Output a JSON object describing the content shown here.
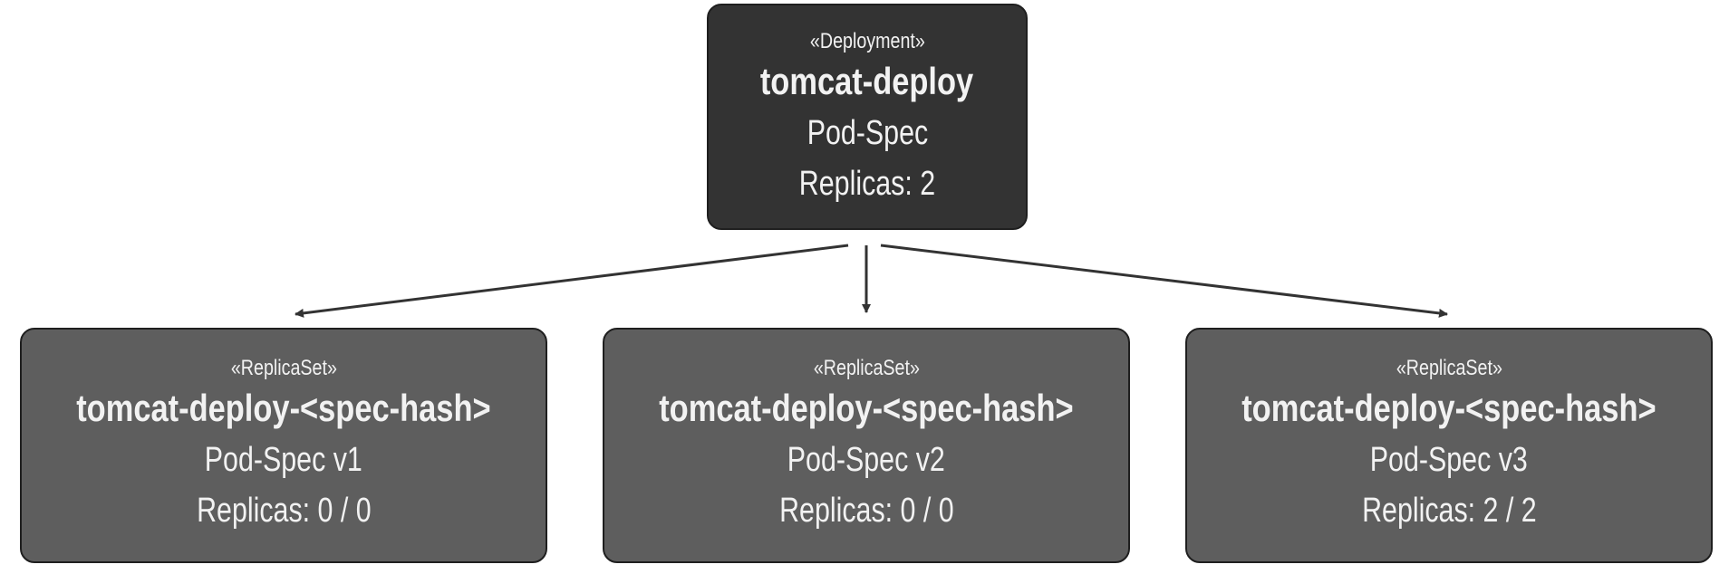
{
  "deployment": {
    "stereotype": "«Deployment»",
    "name": "tomcat-deploy",
    "spec": "Pod-Spec",
    "replicas": "Replicas: 2"
  },
  "replicasets": [
    {
      "stereotype": "«ReplicaSet»",
      "name": "tomcat-deploy-<spec-hash>",
      "spec": "Pod-Spec v1",
      "replicas": "Replicas: 0 / 0"
    },
    {
      "stereotype": "«ReplicaSet»",
      "name": "tomcat-deploy-<spec-hash>",
      "spec": "Pod-Spec v2",
      "replicas": "Replicas: 0 / 0"
    },
    {
      "stereotype": "«ReplicaSet»",
      "name": "tomcat-deploy-<spec-hash>",
      "spec": "Pod-Spec v3",
      "replicas": "Replicas: 2 / 2"
    }
  ],
  "colors": {
    "deployment_fill": "#333333",
    "replicaset_fill": "#5e5e5e",
    "text": "#f2f2f2",
    "arrow": "#333333"
  }
}
